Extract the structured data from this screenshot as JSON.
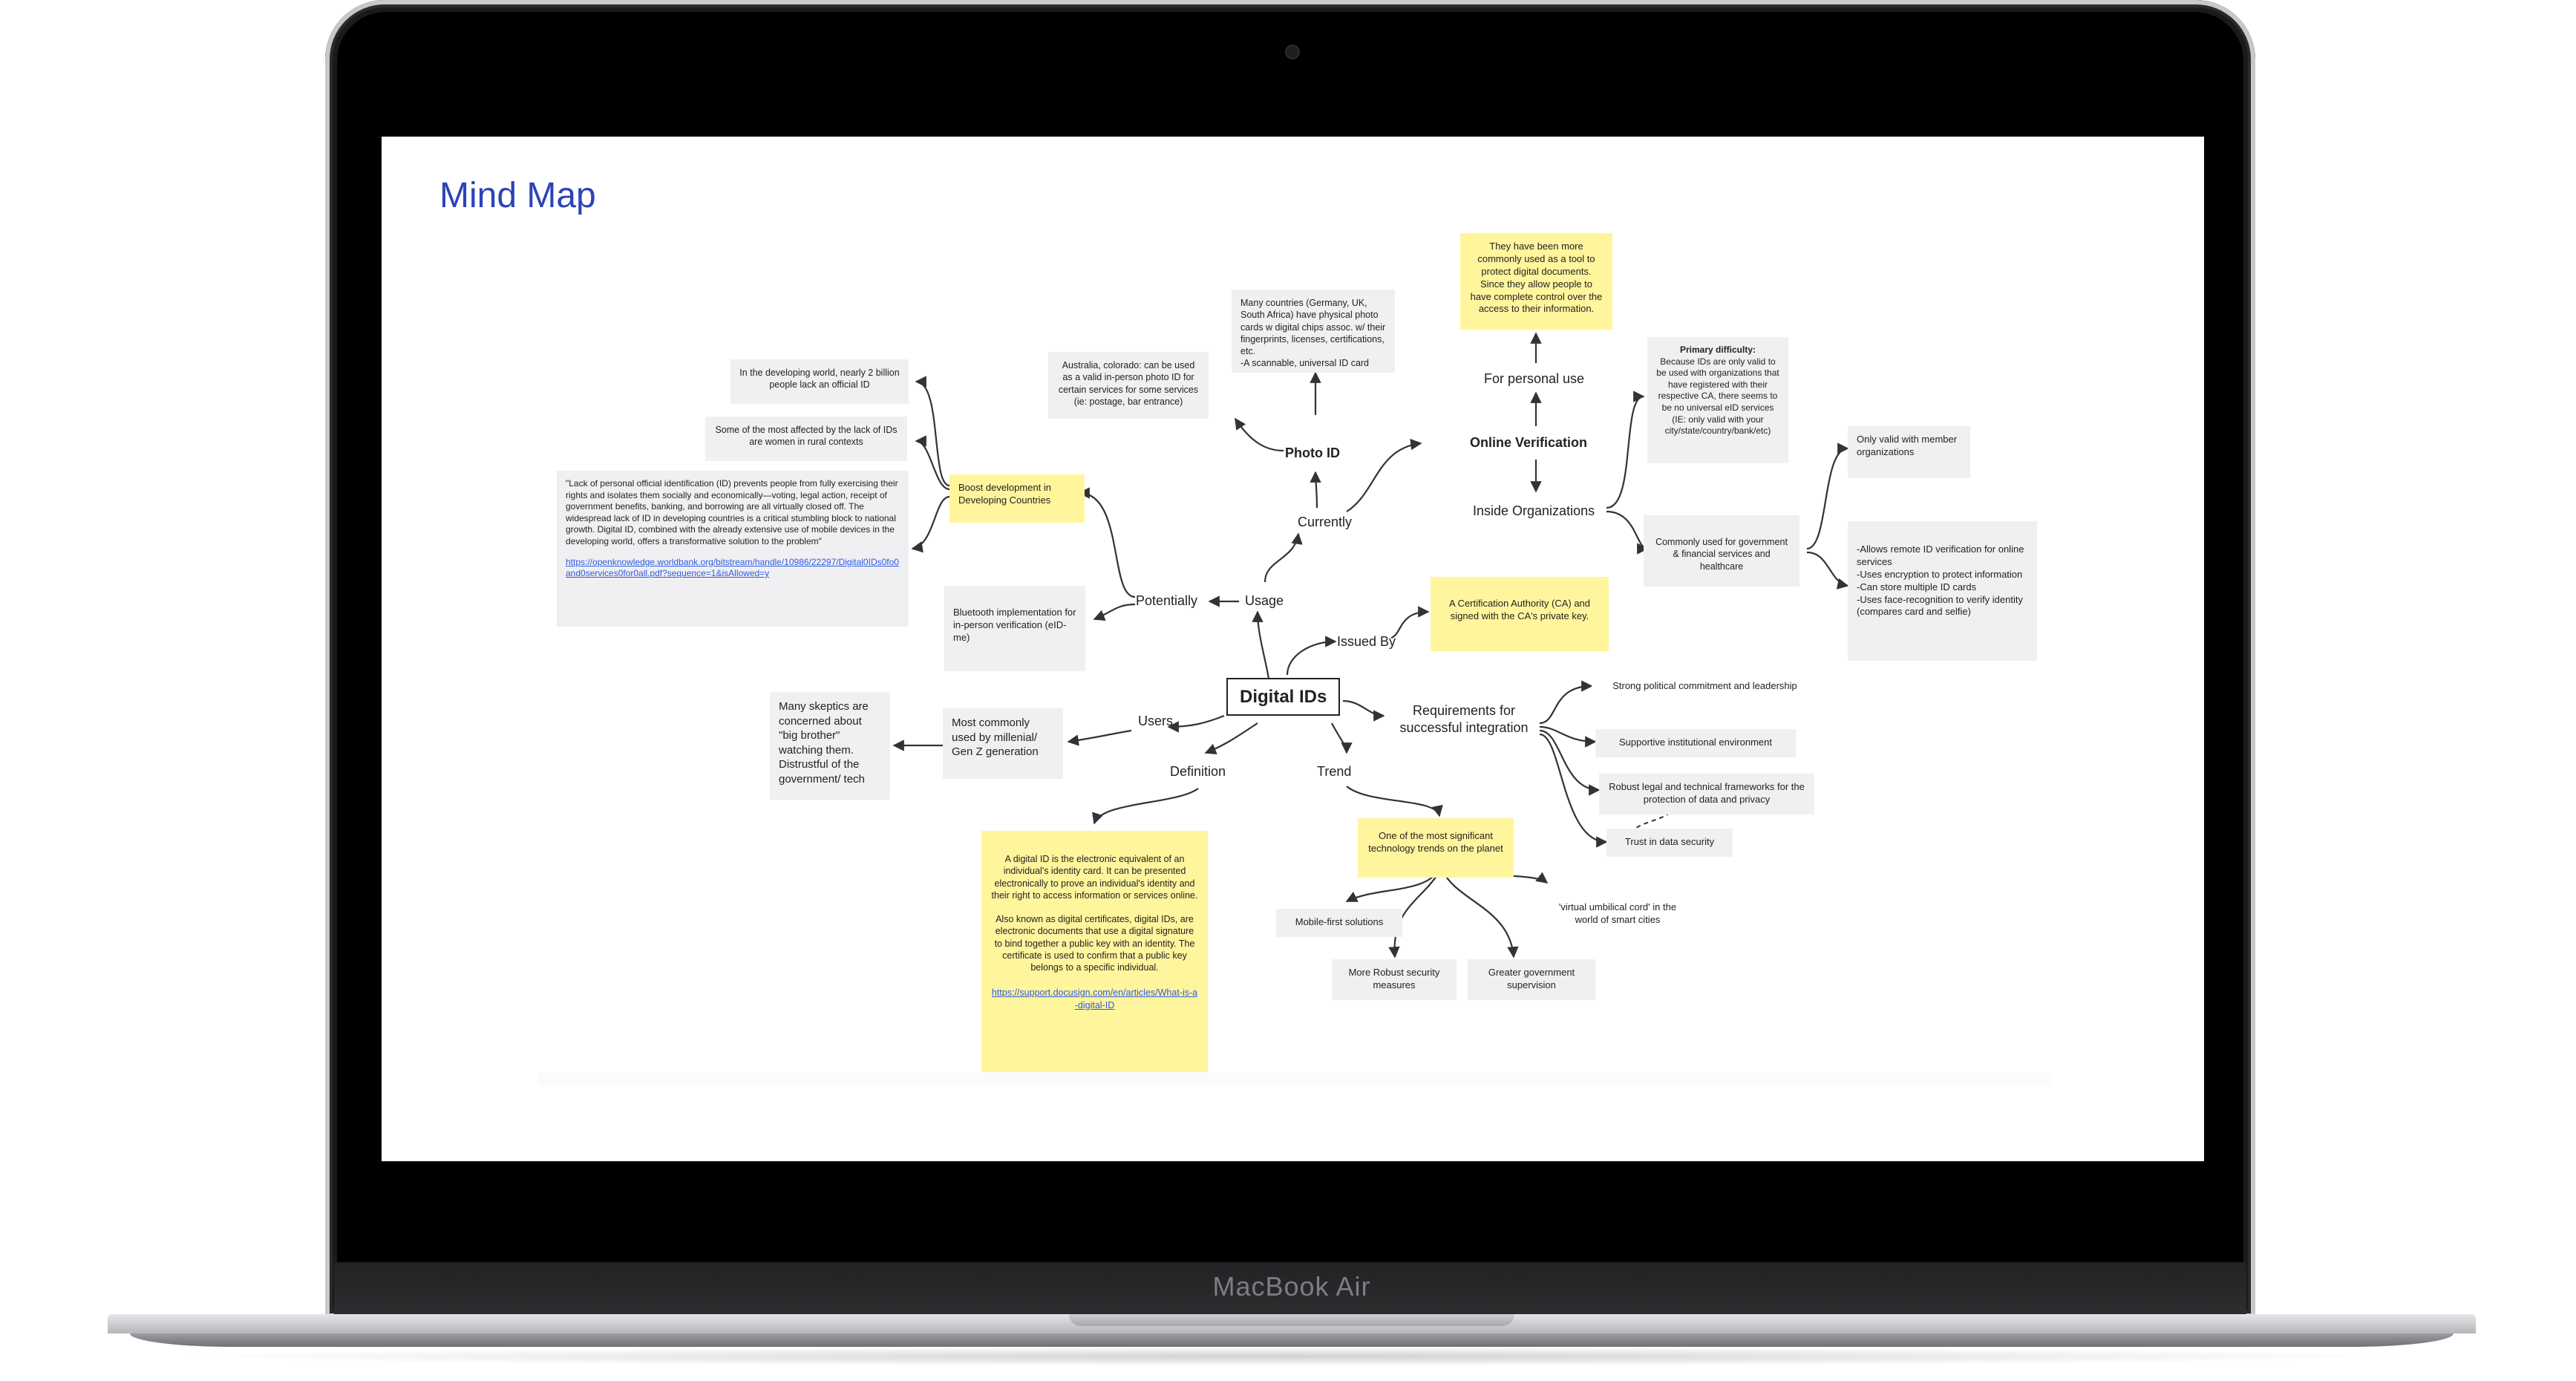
{
  "device": {
    "brand": "MacBook Air"
  },
  "board": {
    "title": "Mind Map",
    "center": "Digital IDs",
    "branches": {
      "usage": "Usage",
      "currently": "Currently",
      "potentially": "Potentially",
      "photo_id": "Photo ID",
      "online_verification": "Online Verification",
      "for_personal_use": "For personal use",
      "inside_organizations": "Inside Organizations",
      "issued_by": "Issued By",
      "users": "Users",
      "definition": "Definition",
      "trend": "Trend",
      "requirements": "Requirements for successful integration"
    },
    "notes": {
      "personal_use": "They have been more commonly used as a tool to protect digital documents. Since they allow people to have complete control over the access to their  information.",
      "countries": "Many countries (Germany, UK, South Africa) have physical photo cards w digital chips assoc. w/ their fingerprints, licenses, certifications, etc.\n-A scannable, universal ID card",
      "australia": "Australia, colorado: can be used as a valid in-person photo ID for certain services for some services (ie: postage, bar entrance)",
      "primary_difficulty_title": "Primary difficulty:",
      "primary_difficulty": "Because IDs are only valid to be used with organizations that have registered with their respective CA, there seems to be no universal eID services (IE: only valid with your city/state/country/bank/etc)",
      "member_orgs": "Only valid with member organizations",
      "gov_financial": "Commonly used for government & financial services and healthcare",
      "remote_verification": "-Allows remote ID verification for online services\n-Uses encryption to protect information\n-Can store multiple ID cards\n-Uses face-recognition to verify identity (compares card and selfie)",
      "developing_world": "In the developing world, nearly 2 billion people lack an official ID",
      "women_rural": "Some of the most affected by the lack of IDs are women in rural contexts",
      "boost_development": "Boost development in Developing Countries",
      "quote": "\"Lack of personal official identification (ID) prevents people from fully exercising their rights and isolates them socially and economically—voting, legal action, receipt of government benefits, banking, and borrowing are all virtually closed off. The widespread lack of ID in developing countries is a critical stumbling block to national growth. Digital ID, combined with the already extensive use of mobile devices in the developing world, offers a transformative solution to the problem\"",
      "quote_link": "https://openknowledge.worldbank.org/bitstream/handle/10986/22297/Digital0IDs0fo0and0services0for0all.pdf?sequence=1&isAllowed=y",
      "bluetooth": "Bluetooth implementation for in-person verification (eID-me)",
      "ca": "A Certification Authority (CA) and signed with the CA's private key.",
      "skeptics": "Many skeptics are concerned about \"big brother\" watching them. Distrustful of the government/ tech",
      "millenial": "Most commonly used by millenial/ Gen Z generation",
      "definition_text_1": "A digital ID is the electronic equivalent of an individual's identity card. It can be presented electronically to prove an individual's identity and their right to access information or services online.",
      "definition_text_2": "Also known as digital certificates, digital IDs, are electronic documents that use a digital signature to bind together a public key with an identity. The certificate is used to confirm that a public key belongs to a specific individual.",
      "definition_link": "https://support.docusign.com/en/articles/What-is-a-digital-ID",
      "trend_main": "One of the most significant technology trends on the planet",
      "mobile_first": "Mobile-first solutions",
      "robust_security": "More Robust security measures",
      "gov_supervision": "Greater government supervision",
      "umbilical": "'virtual umbilical cord' in the world of smart cities",
      "req_political": "Strong political commitment and leadership",
      "req_institutional": "Supportive institutional environment",
      "req_legal": "Robust legal and technical frameworks for the protection of data and privacy",
      "req_trust": "Trust in data security"
    }
  }
}
